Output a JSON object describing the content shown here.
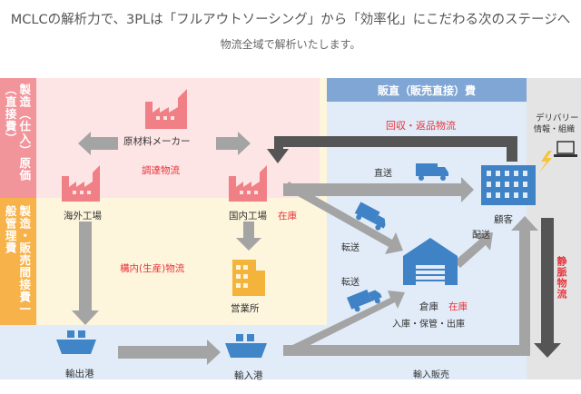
{
  "header": {
    "line1": "MCLCの解析力で、3PLは「フルアウトソーシング」から「効率化」にこだわる次のステージへ",
    "line2": "物流全域で解析いたします。"
  },
  "side_labels": {
    "top": "製造（仕入）原価（直接費）",
    "bottom": "製造・販売間接費一般管理費"
  },
  "sales_header": "販直（販売直接）費",
  "recovery_label": "回収・返品物流",
  "delivery": {
    "line1": "デリバリー",
    "line2": "情報・組織"
  },
  "venous": "静脈物流",
  "nodes": {
    "raw_material": "原材料メーカー",
    "overseas_factory": "海外工場",
    "domestic_factory": "国内工場",
    "domestic_stock": "在庫",
    "sales_office": "営業所",
    "export_port": "輸出港",
    "import_port": "輸入港",
    "warehouse": "倉庫",
    "warehouse_stock": "在庫",
    "warehouse_ops": "入庫・保管・出庫",
    "customer": "顧客"
  },
  "flows": {
    "procurement": "調達物流",
    "in_plant": "構内(生産)物流",
    "direct": "直送",
    "transfer1": "転送",
    "transfer2": "転送",
    "delivery": "配送",
    "import_sales": "輸入販売"
  },
  "colors": {
    "pink_zone": "#fde4e5",
    "yellow_zone": "#fdf5dc",
    "blue_zone": "#e1ecf8",
    "gray_zone": "#e4e4e4",
    "left_pink": "#f2959b",
    "left_orange": "#f7b24a",
    "sales_blue": "#7fa6d4",
    "arrow_gray": "#9b9b9b",
    "arrow_dark": "#555555",
    "factory_pink": "#f07f86",
    "ship_blue": "#3f85c7",
    "building_blue": "#3f82c5",
    "office_yellow": "#f4b43c",
    "red": "#e8343c"
  }
}
